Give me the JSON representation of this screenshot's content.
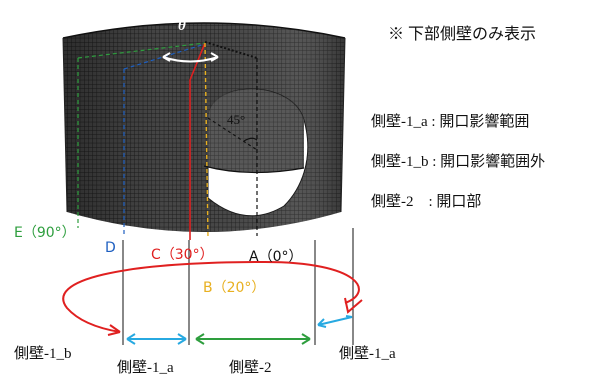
{
  "note": "※ 下部側壁のみ表示",
  "legend": [
    "側壁-1_a : 開口影響範囲",
    "側壁-1_b : 開口影響範囲外",
    "側壁-2　: 開口部"
  ],
  "theta": "θ",
  "angle": "45°",
  "angle_labels": [
    {
      "text": "E（90°）",
      "color": "#2e9e3e"
    },
    {
      "text": "D",
      "color": "#1e5fc0"
    },
    {
      "text": "C（30°）",
      "color": "#e02020"
    },
    {
      "text": "A（0°）",
      "color": "#111111"
    },
    {
      "text": "B（20°）",
      "color": "#e8b020"
    }
  ],
  "bottom_labels": [
    "側壁-1_b",
    "側壁-1_a",
    "側壁-2",
    "側壁-1_a"
  ],
  "colors": {
    "green": "#2e9e3e",
    "blue": "#1e5fc0",
    "red": "#e02020",
    "yellow": "#e8b020",
    "cyan": "#27a9e1",
    "mesh": "#3a3a3a"
  }
}
